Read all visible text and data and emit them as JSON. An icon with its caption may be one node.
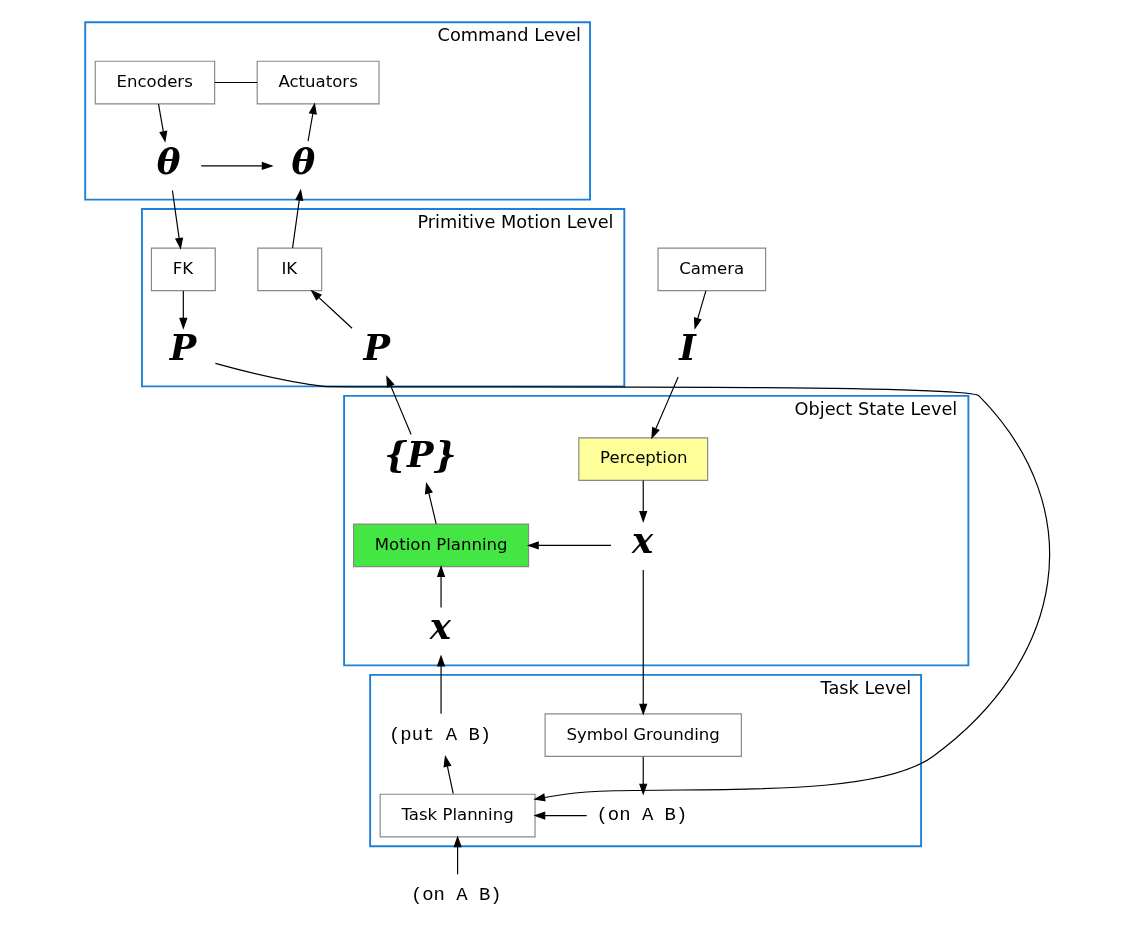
{
  "diagram": {
    "nodes": [
      {
        "text": [
          "Command Level"
        ]
      },
      {
        "text": [
          "Actuators"
        ],
        "in": 0
      },
      {
        "text": [
          "Encoders"
        ],
        "in": 0
      },
      {
        "text": [
          "θ"
        ],
        "in": 0
      },
      {
        "text": [
          "θ"
        ],
        "in": 0
      },
      {
        "text": [
          "Primitive Motion Level"
        ]
      },
      {
        "text": [
          "IK"
        ],
        "in": 5
      },
      {
        "text": [
          "FK"
        ],
        "in": 5
      },
      {
        "text": [
          "P"
        ],
        "in": 5
      },
      {
        "text": [
          "P"
        ],
        "in": 5
      },
      {
        "text": [
          "Camera"
        ]
      },
      {
        "text": [
          "I"
        ]
      },
      {
        "text": [
          "Object State Level"
        ]
      },
      {
        "text": [
          "{P}"
        ],
        "in": 12
      },
      {
        "text": [
          "Perception"
        ],
        "in": 12
      },
      {
        "text": [
          "Motion Planning"
        ],
        "in": 12
      },
      {
        "text": [
          "x"
        ],
        "in": 12
      },
      {
        "text": [
          "x"
        ],
        "in": 12
      },
      {
        "text": [
          "Task Level"
        ]
      },
      {
        "text": [
          "(put A B)"
        ],
        "in": 18
      },
      {
        "text": [
          "Symbol Grounding"
        ],
        "in": 18
      },
      {
        "text": [
          "Task Planning"
        ],
        "in": 18
      },
      {
        "text": [
          "(on A B)"
        ],
        "in": 18
      },
      {
        "text": [
          "(on A B)"
        ]
      }
    ],
    "edges": [
      {
        "from": 3,
        "to": 1,
        "arrow": "to"
      },
      {
        "from": 1,
        "to": 2,
        "arrow": "none"
      },
      {
        "from": 2,
        "to": 4,
        "arrow": "to"
      },
      {
        "from": 4,
        "to": 3,
        "arrow": "to"
      },
      {
        "from": 4,
        "to": 7,
        "arrow": "to"
      },
      {
        "from": 6,
        "to": 3,
        "arrow": "to"
      },
      {
        "from": 8,
        "to": 6,
        "arrow": "to"
      },
      {
        "from": 13,
        "to": 8,
        "arrow": "to"
      },
      {
        "from": 15,
        "to": 13,
        "arrow": "to"
      },
      {
        "from": 17,
        "to": 15,
        "arrow": "to"
      },
      {
        "from": 19,
        "to": 17,
        "arrow": "to"
      },
      {
        "from": 21,
        "to": 19,
        "arrow": "to"
      },
      {
        "from": 23,
        "to": 21,
        "arrow": "to"
      },
      {
        "from": 7,
        "to": 9,
        "arrow": "to"
      },
      {
        "from": 9,
        "to": 21,
        "arrow": "to"
      },
      {
        "from": 22,
        "to": 21,
        "arrow": "to"
      },
      {
        "from": 10,
        "to": 11,
        "arrow": "to"
      },
      {
        "from": 11,
        "to": 14,
        "arrow": "to"
      },
      {
        "from": 14,
        "to": 16,
        "arrow": "to"
      },
      {
        "from": 16,
        "to": 15,
        "arrow": "to"
      },
      {
        "from": 16,
        "to": 20,
        "arrow": "to"
      },
      {
        "from": 20,
        "to": 22,
        "arrow": "to"
      }
    ]
  }
}
